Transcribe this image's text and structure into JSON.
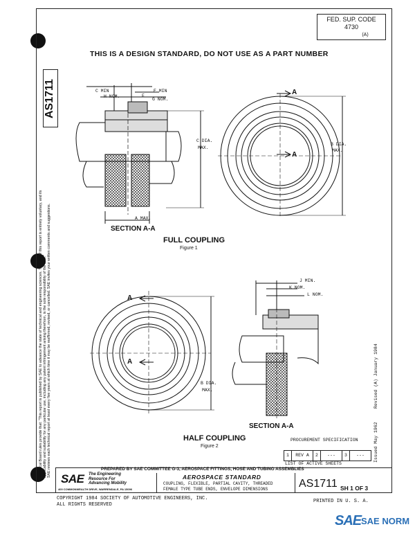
{
  "header": {
    "fed_sup_code_label": "FED. SUP. CODE",
    "fed_sup_code_value": "4730",
    "revision_mark": "(A)",
    "doc_number_vertical": "AS1711"
  },
  "notice": "THIS IS A DESIGN STANDARD, DO NOT USE AS A PART NUMBER",
  "side_disclaimer_line1": "Technical Board rules provide that: \"This report is published by SAE to advance the state of technical and engineering sciences. The use of this report is entirely voluntary, and its",
  "side_disclaimer_line2": "applicability and suitability for any particular use, including any patent infringement arising therefrom, is the sole responsibility of the user.\"",
  "side_disclaimer_line3": "SAE reviews each technical report at least every five years at which time it may be reaffirmed, revised, or cancelled. SAE invites your written comments and suggestions.",
  "figure1": {
    "labels": {
      "c_min": "C MIN",
      "f": "F",
      "e_min": "E MIN",
      "h_nom": "H NOM.",
      "g_nom": "G NOM.",
      "c_dia": "C DIA.",
      "max1": "MAX.",
      "b_dia": "B DIA.",
      "max2": "MAX.",
      "a_max": "A MAX.",
      "a_top": "A",
      "a_mid": "A"
    },
    "section": "SECTION A-A",
    "caption": "FULL COUPLING",
    "figure": "Figure 1"
  },
  "figure2": {
    "labels": {
      "j_min": "J MIN.",
      "k_nom": "K NOM.",
      "l_nom": "L NOM.",
      "b_dia": "B DIA.",
      "max": "MAX.",
      "a_top": "A",
      "a_mid": "A"
    },
    "section": "SECTION A-A",
    "caption": "HALF COUPLING",
    "figure": "Figure 2"
  },
  "right_vertical": {
    "revised": "Revised (A) January 1984",
    "issued": "Issued May 1962"
  },
  "procurement": {
    "title": "PROCUREMENT SPECIFICATION",
    "cells": [
      "1",
      "REV A",
      "2",
      "---",
      "3",
      "---"
    ],
    "active_sheets": "LIST OF ACTIVE SHEETS"
  },
  "title_block": {
    "prepared_by": "PREPARED BY SAE COMMITTEE G-3, AEROSPACE FITTINGS, HOSE AND TUBING ASSEMBLIES",
    "sae_logo": "SAE",
    "tagline1": "The Engineering",
    "tagline2": "Resource For",
    "tagline3": "Advancing Mobility",
    "address": "400 COMMONWEALTH DRIVE, WARRENDALE, PA 15096",
    "standard_type": "AEROSPACE STANDARD",
    "title_line1": "COUPLING, FLEXIBLE, PARTIAL CAVITY, THREADED",
    "title_line2": "FEMALE TYPE TUBE ENDS, ENVELOPE DIMENSIONS",
    "doc_number": "AS1711",
    "sheet": "SH 1 OF 3"
  },
  "footer": {
    "copyright1": "COPYRIGHT 1984 SOCIETY OF AUTOMOTIVE ENGINEERS, INC.",
    "copyright2": "ALL RIGHTS RESERVED",
    "printed": "PRINTED IN U. S. A.",
    "watermark_logo": "SAE",
    "watermark_text": "SAE NORM"
  }
}
